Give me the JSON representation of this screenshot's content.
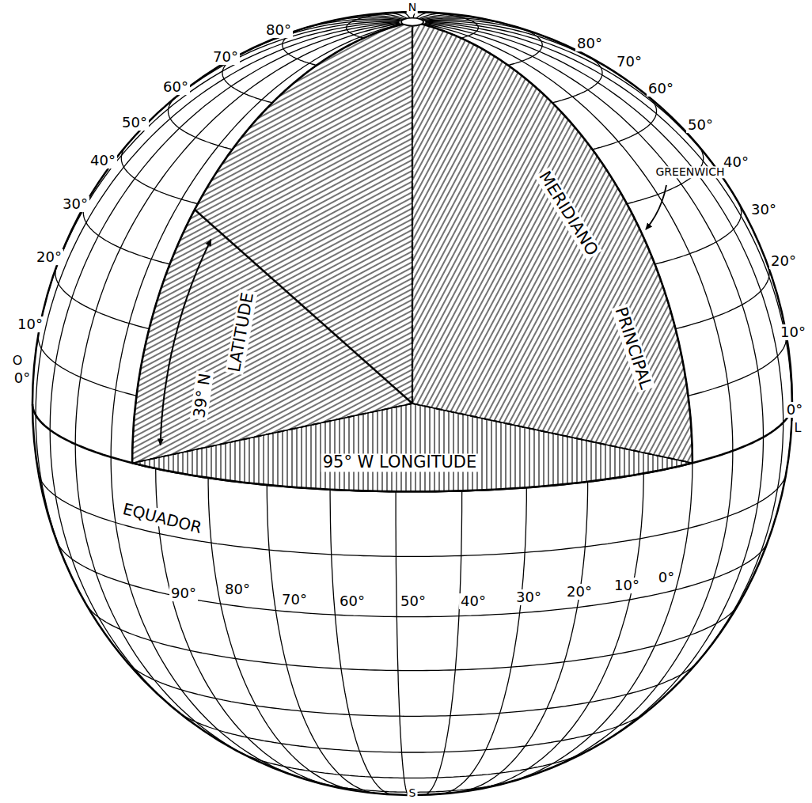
{
  "diagram": {
    "labels": [
      "N",
      "S",
      "80°",
      "70°",
      "60°",
      "50°",
      "40°",
      "30°",
      "20°",
      "10°",
      "O",
      "0°",
      "80°",
      "70°",
      "60°",
      "50°",
      "40°",
      "30°",
      "20°",
      "10°",
      "0°",
      "L",
      "MERIDIANO",
      "PRINCIPAL",
      "GREENWICH",
      "39° N",
      "LATITUDE",
      "95° W LONGITUDE",
      "EQUADOR",
      "90°",
      "80°",
      "70°",
      "60°",
      "50°",
      "40°",
      "30°",
      "20°",
      "10°",
      "0°"
    ]
  }
}
